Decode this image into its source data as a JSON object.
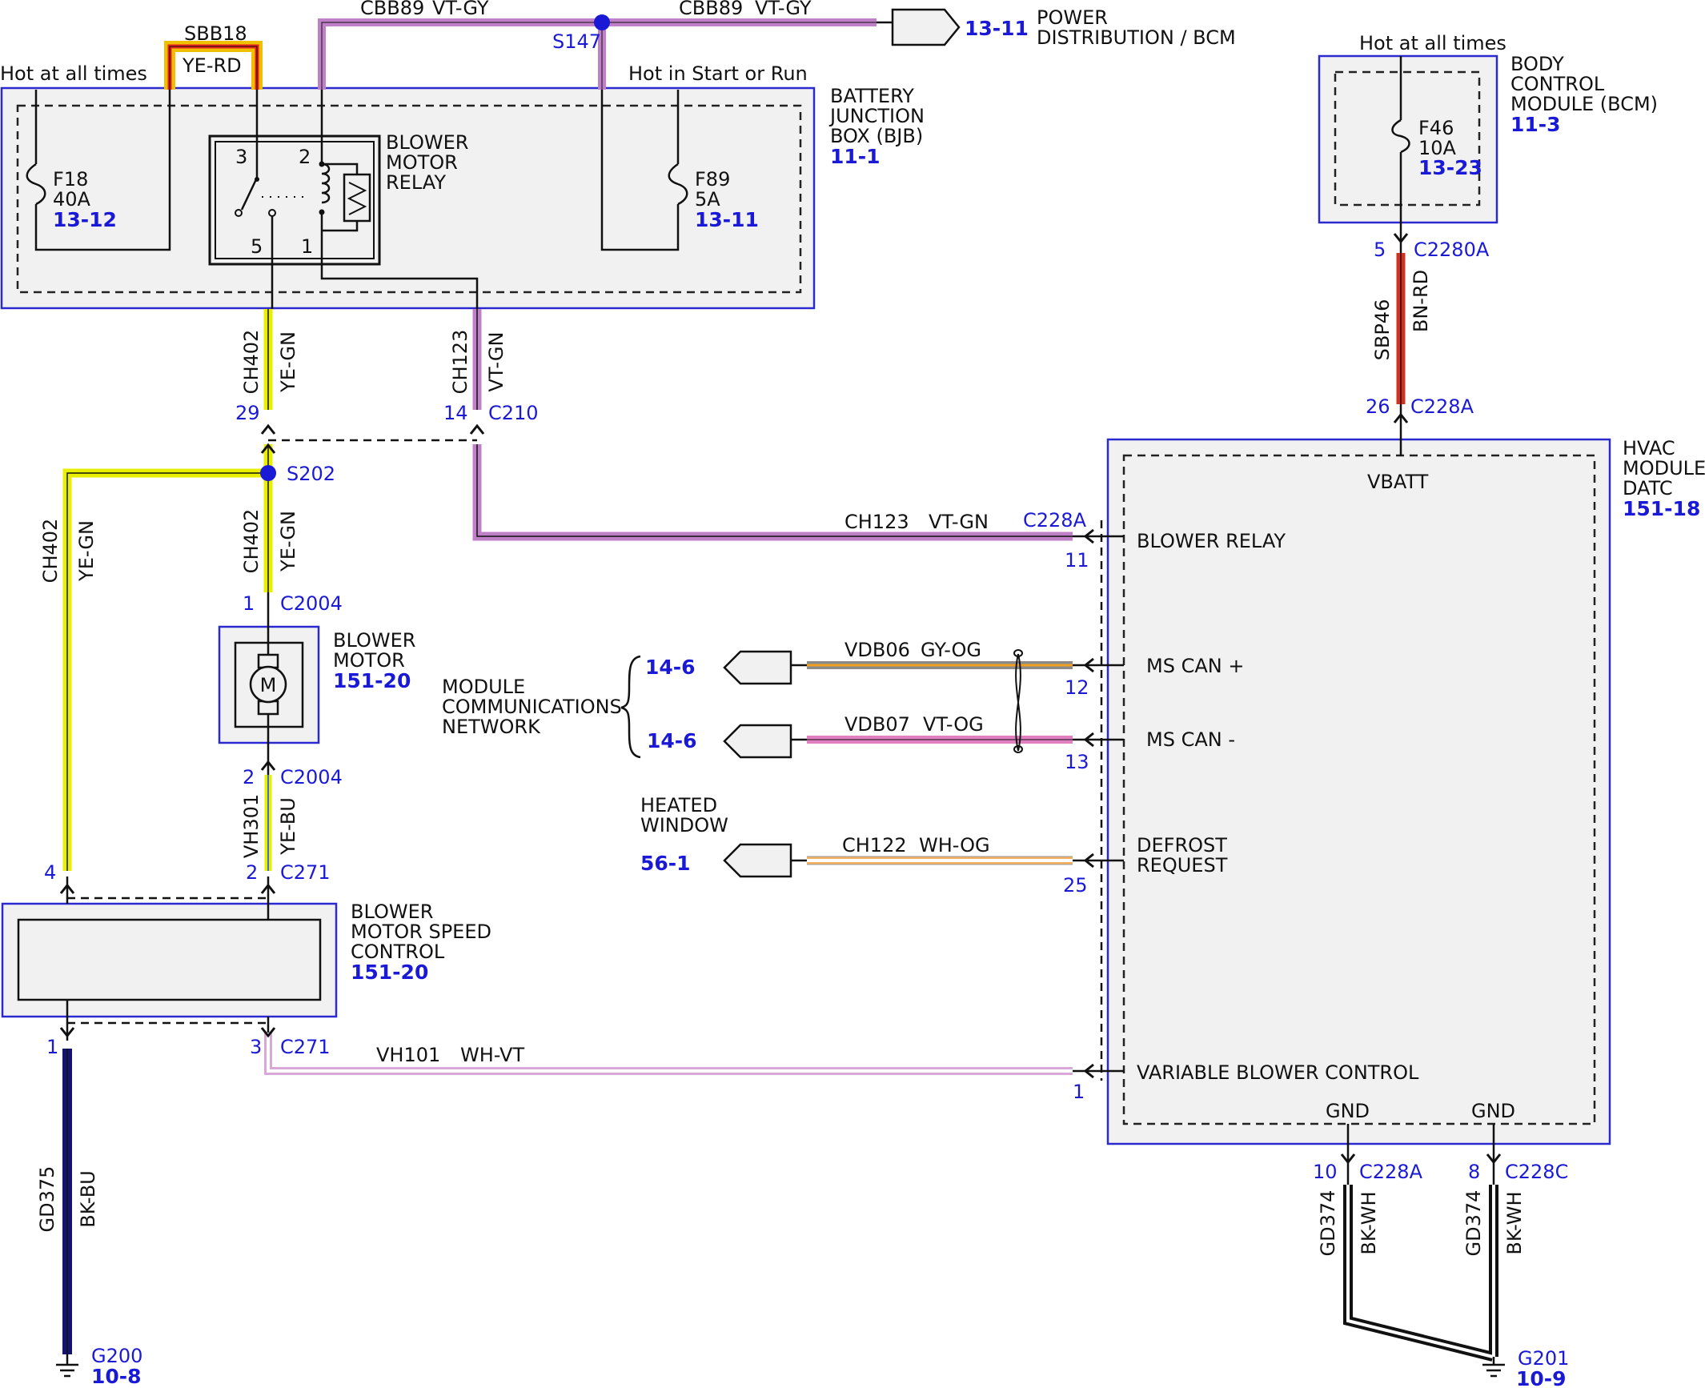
{
  "colors": {
    "vt_gy": "#c080c8",
    "vt_gn": "#c080c8",
    "ye_gn": "#e8ef00",
    "ye_rd_outer": "#f0c000",
    "ye_rd_inner": "#e82020",
    "ye_bu": "#e8ef00",
    "bn_rd": "#d23020",
    "gy_og": "#8a8a8a",
    "vt_og": "#e080c0",
    "wh_og": "#f3b060",
    "wh_vt": "#d8a8d8",
    "bk_bu": "#141470",
    "bk_wh": "#111111",
    "splice": "#1a1ad6",
    "box_border": "#2a2ad0"
  },
  "labels": {
    "hot_all_times_left": "Hot at all times",
    "hot_start_run": "Hot in Start or Run",
    "hot_all_times_right": "Hot at all times",
    "sbb18": "SBB18",
    "ye_rd": "YE-RD",
    "cbb89_a": "CBB89",
    "vt_gy_a": "VT-GY",
    "cbb89_b": "CBB89",
    "vt_gy_b": "VT-GY",
    "s147": "S147",
    "power_ref": "13-11",
    "power_line1": "POWER",
    "power_line2": "DISTRIBUTION / BCM",
    "bjb_l1": "BATTERY",
    "bjb_l2": "JUNCTION",
    "bjb_l3": "BOX (BJB)",
    "bjb_ref": "11-1",
    "relay_l1": "BLOWER",
    "relay_l2": "MOTOR",
    "relay_l3": "RELAY",
    "relay_p3": "3",
    "relay_p2": "2",
    "relay_p5": "5",
    "relay_p1": "1",
    "f18": "F18",
    "f18_amp": "40A",
    "f18_ref": "13-12",
    "f89": "F89",
    "f89_amp": "5A",
    "f89_ref": "13-11",
    "bcm_l1": "BODY",
    "bcm_l2": "CONTROL",
    "bcm_l3": "MODULE (BCM)",
    "bcm_ref": "11-3",
    "f46": "F46",
    "f46_amp": "10A",
    "f46_ref": "13-23",
    "c2280a_pin": "5",
    "c2280a": "C2280A",
    "sbp46": "SBP46",
    "bn_rd": "BN-RD",
    "c228a_top_pin": "26",
    "c228a_top": "C228A",
    "ch402_a": "CH402",
    "ye_gn_a": "YE-GN",
    "ch123_a": "CH123",
    "vt_gn_a": "VT-GN",
    "pin29": "29",
    "pin14": "14",
    "c210": "C210",
    "s202": "S202",
    "ch402_b": "CH402",
    "ye_gn_b": "YE-GN",
    "ch402_c": "CH402",
    "ye_gn_c": "YE-GN",
    "c2004_pin1": "1",
    "c2004_a": "C2004",
    "motor_l1": "BLOWER",
    "motor_l2": "MOTOR",
    "motor_ref": "151-20",
    "motor_symbol": "M",
    "c2004_pin2": "2",
    "c2004_b": "C2004",
    "vh301": "VH301",
    "ye_bu": "YE-BU",
    "pin4": "4",
    "c271_pin2": "2",
    "c271_a": "C271",
    "speed_l1": "BLOWER",
    "speed_l2": "MOTOR SPEED",
    "speed_l3": "CONTROL",
    "speed_ref": "151-20",
    "pin1_g": "1",
    "pin3": "3",
    "c271_b": "C271",
    "gd375": "GD375",
    "bk_bu": "BK-BU",
    "g200": "G200",
    "g200_ref": "10-8",
    "ch123_b": "CH123",
    "vt_gn_b": "VT-GN",
    "c228a_b": "C228A",
    "pin11": "11",
    "blower_relay": "BLOWER RELAY",
    "net_l1": "MODULE",
    "net_l2": "COMMUNICATIONS",
    "net_l3": "NETWORK",
    "net_ref_a": "14-6",
    "net_ref_b": "14-6",
    "vdb06": "VDB06",
    "gy_og": "GY-OG",
    "vdb07": "VDB07",
    "vt_og": "VT-OG",
    "pin12": "12",
    "pin13": "13",
    "ms_can_p": "MS CAN +",
    "ms_can_m": "MS CAN -",
    "heated_l1": "HEATED",
    "heated_l2": "WINDOW",
    "heated_ref": "56-1",
    "ch122": "CH122",
    "wh_og": "WH-OG",
    "pin25": "25",
    "defrost_l1": "DEFROST",
    "defrost_l2": "REQUEST",
    "vh101": "VH101",
    "wh_vt": "WH-VT",
    "pin1_v": "1",
    "var_blower": "VARIABLE BLOWER CONTROL",
    "hvac_l1": "HVAC",
    "hvac_l2": "MODULE,",
    "hvac_l3": "DATC",
    "hvac_ref": "151-18",
    "vbatt": "VBATT",
    "gnd_a": "GND",
    "gnd_b": "GND",
    "pin10": "10",
    "c228a_c": "C228A",
    "pin8": "8",
    "c228c": "C228C",
    "gd374_a": "GD374",
    "bk_wh_a": "BK-WH",
    "gd374_b": "GD374",
    "bk_wh_b": "BK-WH",
    "g201": "G201",
    "g201_ref": "10-9"
  }
}
